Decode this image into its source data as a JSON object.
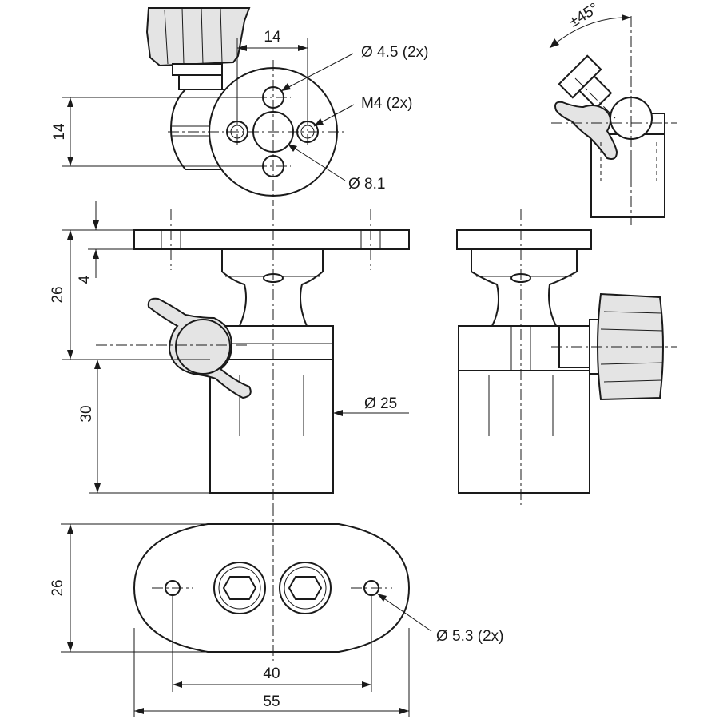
{
  "top_view": {
    "dim_width": "14",
    "dim_height": "14",
    "callout_hole": "Ø 4.5 (2x)",
    "callout_thread": "M4 (2x)",
    "callout_center": "Ø 8.1"
  },
  "angle_view": {
    "angle_label": "±45°"
  },
  "front_view": {
    "dim_upper": "26",
    "dim_plate": "4",
    "dim_lower": "30",
    "callout_diameter": "Ø 25"
  },
  "base_view": {
    "dim_height": "26",
    "dim_hole_spacing": "40",
    "dim_width": "55",
    "callout_hole": "Ø 5.3 (2x)"
  }
}
